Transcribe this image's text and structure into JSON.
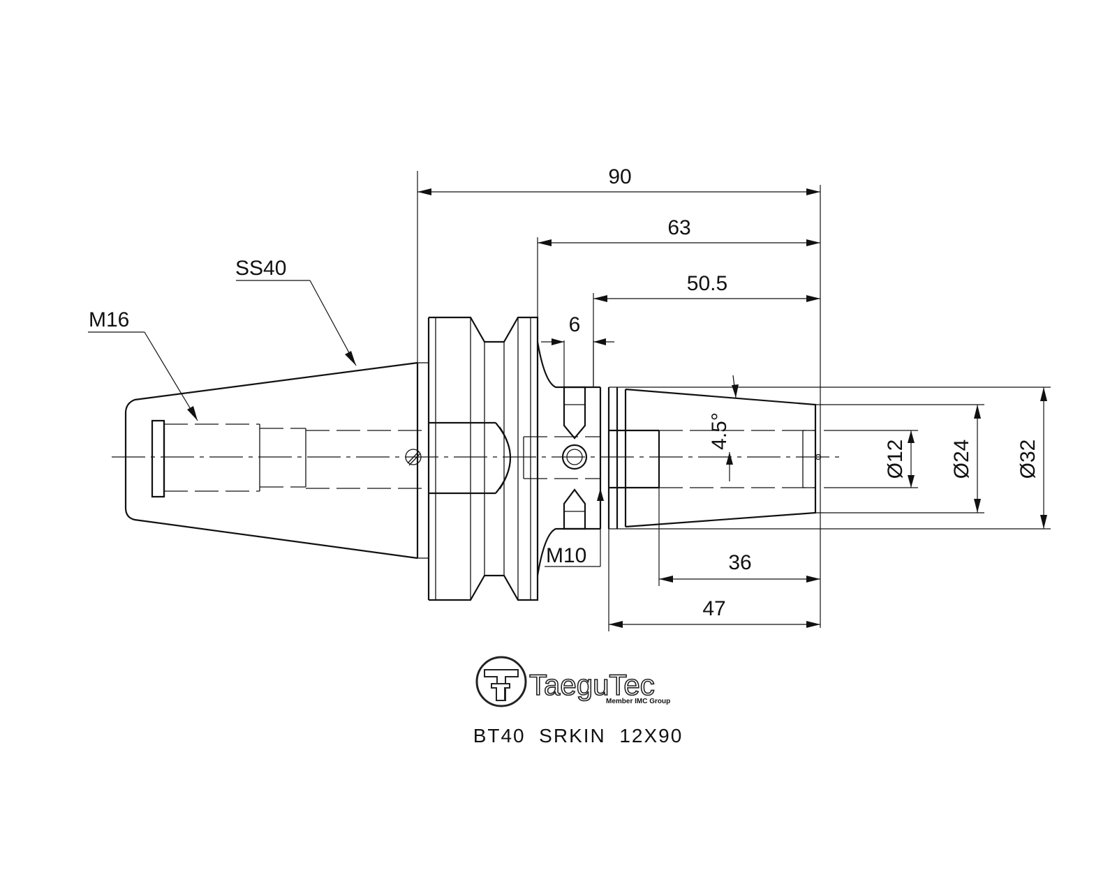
{
  "dimensions": {
    "overall_length": "90",
    "flange_to_end": "63",
    "shank_to_end": "50.5",
    "groove_width": "6",
    "taper_angle": "4.5°",
    "bore_length": "36",
    "nose_length": "47",
    "bore_diameter": "Ø12",
    "nose_tip_diameter": "Ø24",
    "nose_base_diameter": "Ø32"
  },
  "callouts": {
    "pull_stud_thread": "M16",
    "taper_standard": "SS40",
    "set_screw_thread": "M10"
  },
  "logo": {
    "brand": "TaeguTec",
    "tagline": "Member IMC Group"
  },
  "part_number": "BT40  SRKIN  12X90"
}
